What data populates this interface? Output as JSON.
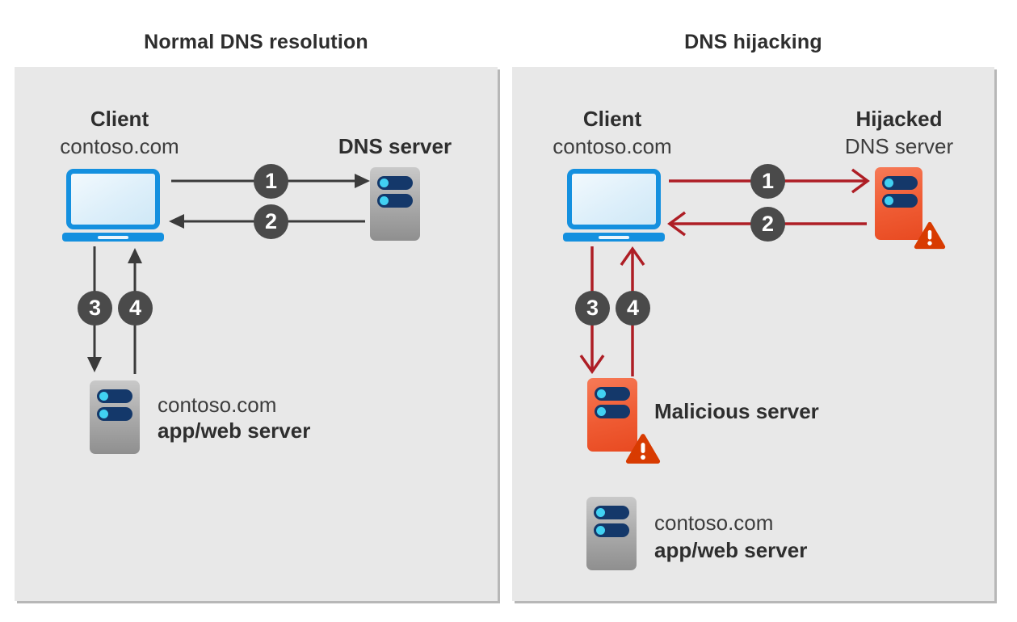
{
  "colors": {
    "panel_background": "#E8E8E8",
    "title_text": "#2E2E2E",
    "normal_arrow_gray": "#3B3B3B",
    "hijack_arrow_red": "#AE1E25",
    "step_badge_gray": "#4A4A4A",
    "laptop_blue": "#1490DF",
    "server_gray": "#ADADAD",
    "server_bar_navy": "#14386A",
    "server_dot_cyan": "#41D1F2",
    "server_orange": "#EF5B33",
    "warning_triangle": "#D83B01"
  },
  "left_panel": {
    "title": "Normal DNS resolution",
    "client_name": "Client",
    "client_domain": "contoso.com",
    "dns_server_label": "DNS server",
    "app_server_domain": "contoso.com",
    "app_server_label": "app/web server",
    "steps": [
      "1",
      "2",
      "3",
      "4"
    ]
  },
  "right_panel": {
    "title": "DNS hijacking",
    "client_name": "Client",
    "client_domain": "contoso.com",
    "hijacked_name": "Hijacked",
    "hijacked_type": "DNS server",
    "malicious_label": "Malicious server",
    "app_server_domain": "contoso.com",
    "app_server_label": "app/web server",
    "steps": [
      "1",
      "2",
      "3",
      "4"
    ]
  }
}
